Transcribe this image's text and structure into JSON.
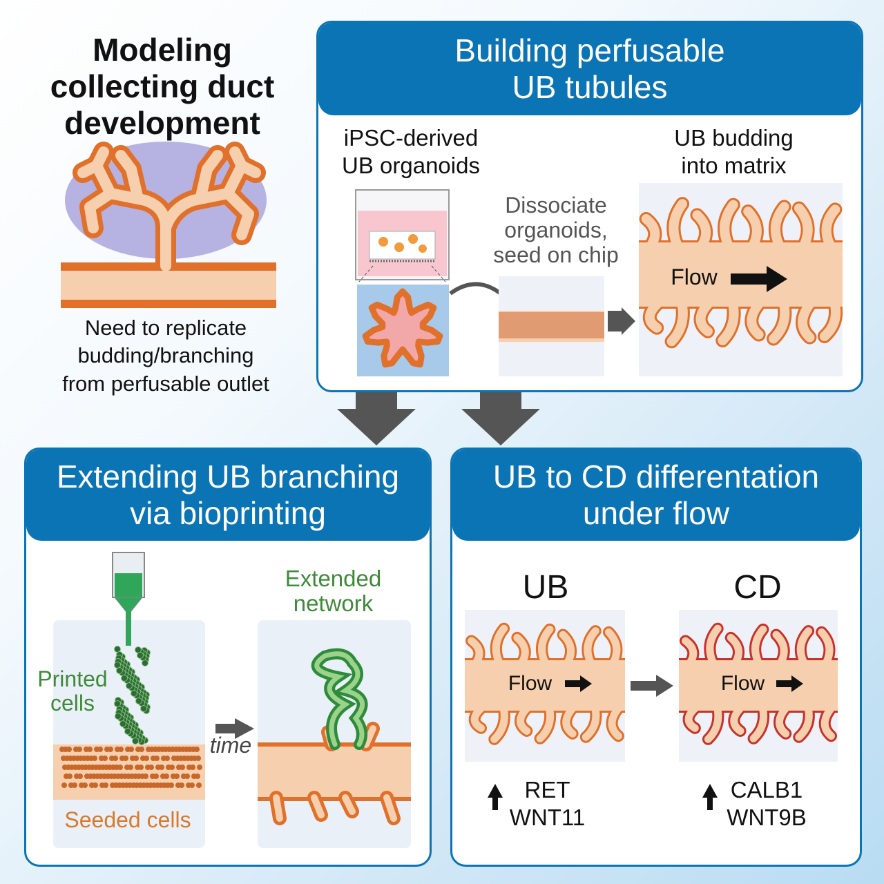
{
  "colors": {
    "panel_blue": "#0a74b5",
    "tube_fill": "#f5cfae",
    "tube_outline": "#e0702a",
    "cd_outline": "#c8322a",
    "printed_green": "#2e8b3a",
    "matrix_purple": "#b6b2e2",
    "arrow_gray": "#555555"
  },
  "intro": {
    "title": [
      "Modeling",
      "collecting duct",
      "development"
    ],
    "caption": [
      "Need to replicate",
      "budding/branching",
      "from perfusable outlet"
    ]
  },
  "panel1": {
    "header": [
      "Building perfusable",
      "UB tubules"
    ],
    "organoids_label": [
      "iPSC-derived",
      "UB organoids"
    ],
    "dissociate_label": [
      "Dissociate",
      "organoids,",
      "seed on chip"
    ],
    "budding_label": [
      "UB budding",
      "into matrix"
    ],
    "flow_label": "Flow"
  },
  "panel2": {
    "header": [
      "Extending UB branching",
      "via bioprinting"
    ],
    "printed_label": [
      "Printed",
      "cells"
    ],
    "seeded_label": "Seeded cells",
    "time_label": "time",
    "extended_label": [
      "Extended",
      "network"
    ]
  },
  "panel3": {
    "header": [
      "UB to CD differentation",
      "under flow"
    ],
    "ub_label": "UB",
    "cd_label": "CD",
    "flow_label": "Flow",
    "ub_markers": [
      "RET",
      "WNT11"
    ],
    "cd_markers": [
      "CALB1",
      "WNT9B"
    ]
  }
}
